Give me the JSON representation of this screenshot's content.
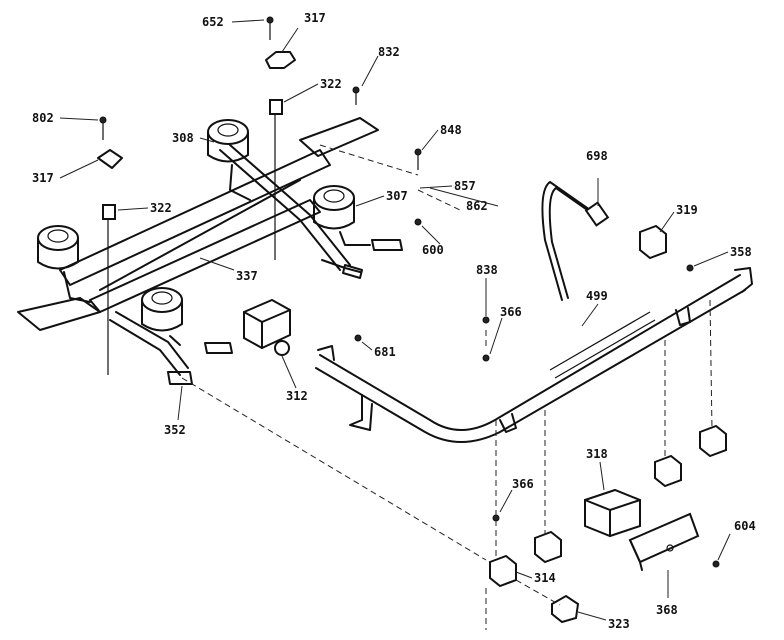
{
  "labels": {
    "l652": "652",
    "l317a": "317",
    "l832": "832",
    "l322a": "322",
    "l802": "802",
    "l308": "308",
    "l848": "848",
    "l317b": "317",
    "l322b": "322",
    "l307": "307",
    "l857": "857",
    "l862": "862",
    "l698": "698",
    "l319": "319",
    "l600": "600",
    "l337": "337",
    "l358": "358",
    "l838": "838",
    "l366a": "366",
    "l499": "499",
    "l681": "681",
    "l312": "312",
    "l352": "352",
    "l318": "318",
    "l366b": "366",
    "l604": "604",
    "l314": "314",
    "l368": "368",
    "l323": "323"
  }
}
